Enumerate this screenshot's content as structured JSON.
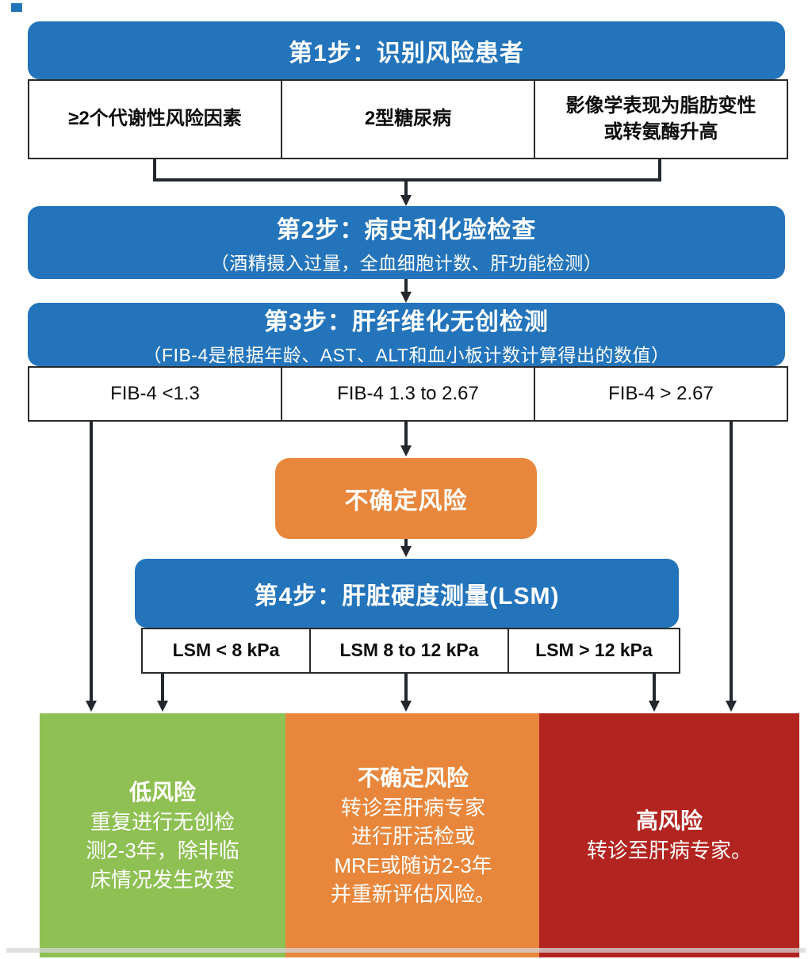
{
  "colors": {
    "step_blue": "#2374bb",
    "indeterminate_orange": "#e8873c",
    "low_risk_green": "#8ec053",
    "high_risk_red": "#b2241f",
    "connector_line": "#23272e",
    "box_border": "#2a2a2a"
  },
  "step1": {
    "title": "第1步：识别风险患者",
    "criteria": [
      {
        "label": "≥2个代谢性风险因素"
      },
      {
        "label": "2型糖尿病"
      },
      {
        "label": "影像学表现为脂肪变性\n或转氨酶升高"
      }
    ]
  },
  "step2": {
    "title": "第2步：病史和化验检查",
    "subtitle": "（酒精摄入过量，全血细胞计数、肝功能检测）"
  },
  "step3": {
    "title": "第3步：肝纤维化无创检测",
    "subtitle": "（FIB-4是根据年龄、AST、ALT和血小板计数计算得出的数值）",
    "results": [
      {
        "label": "FIB-4 <1.3"
      },
      {
        "label": "FIB-4 1.3 to 2.67"
      },
      {
        "label": "FIB-4 > 2.67"
      }
    ]
  },
  "indeterminate": {
    "label": "不确定风险"
  },
  "step4": {
    "title": "第4步：肝脏硬度测量(LSM)",
    "results": [
      {
        "label": "LSM < 8 kPa"
      },
      {
        "label": "LSM 8 to 12 kPa"
      },
      {
        "label": "LSM > 12 kPa"
      }
    ]
  },
  "outcomes": {
    "low": {
      "title": "低风险",
      "body": "重复进行无创检\n测2-3年，除非临\n床情况发生改变"
    },
    "indeterminate": {
      "title": "不确定风险",
      "body": "转诊至肝病专家\n进行肝活检或\nMRE或随访2-3年\n并重新评估风险。"
    },
    "high": {
      "title": "高风险",
      "body": "转诊至肝病专家。"
    }
  }
}
